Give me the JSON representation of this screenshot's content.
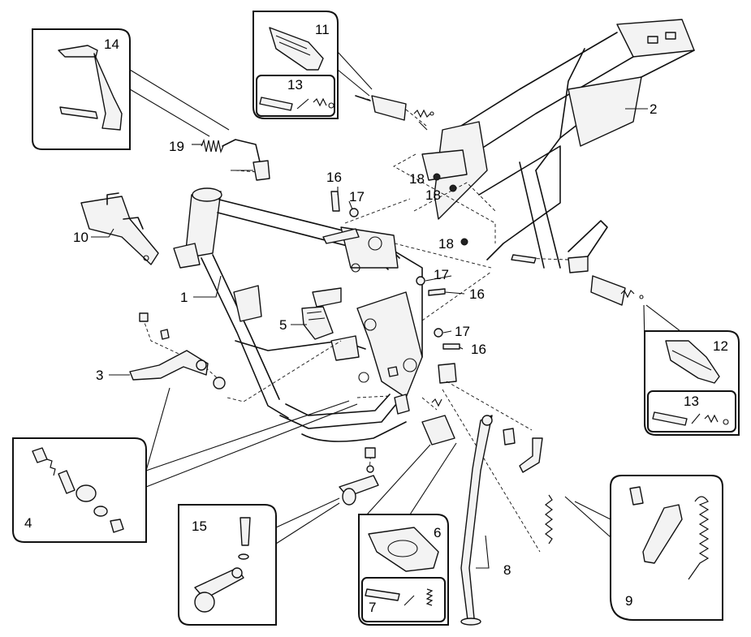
{
  "diagram": {
    "callouts": {
      "c1": "1",
      "c2": "2",
      "c3": "3",
      "c4": "4",
      "c5": "5",
      "c6": "6",
      "c7": "7",
      "c8": "8",
      "c9": "9",
      "c10": "10",
      "c11": "11",
      "c12": "12",
      "c13a": "13",
      "c13b": "13",
      "c14": "14",
      "c15": "15",
      "c16a": "16",
      "c16b": "16",
      "c16c": "16",
      "c17a": "17",
      "c17b": "17",
      "c17c": "17",
      "c18a": "18",
      "c18b": "18",
      "c18c": "18",
      "c19": "19"
    }
  }
}
